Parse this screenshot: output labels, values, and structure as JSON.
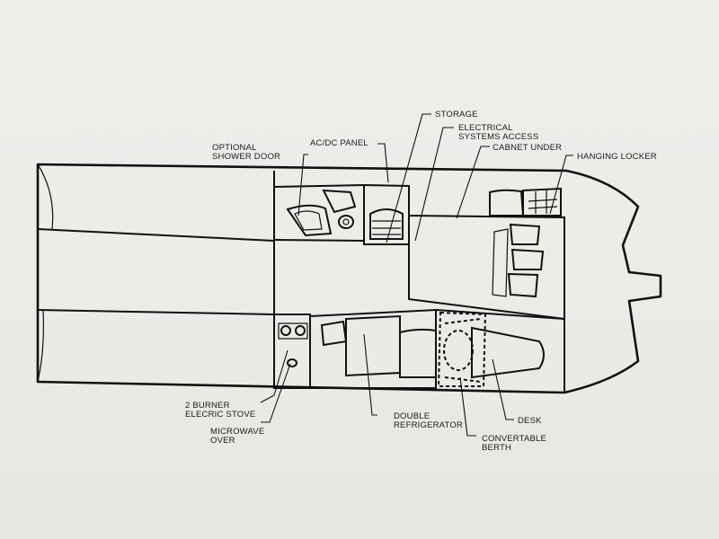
{
  "labels": {
    "storage": "STORAGE",
    "electrical_1": "ELECTRICAL",
    "electrical_2": "SYSTEMS ACCESS",
    "optional_shower_1": "OPTIONAL",
    "optional_shower_2": "SHOWER DOOR",
    "acdc_panel": "AC/DC PANEL",
    "cabinet_under": "CABNET UNDER",
    "hanging_locker": "HANGING LOCKER",
    "stove_1": "2 BURNER",
    "stove_2": "ELECRIC STOVE",
    "microwave_1": "MICROWAVE",
    "microwave_2": "OVER",
    "fridge_1": "DOUBLE",
    "fridge_2": "REFRIGERATOR",
    "desk": "DESK",
    "berth_1": "CONVERTABLE",
    "berth_2": "BERTH"
  },
  "colors": {
    "ink": "#111111",
    "paper": "#ebebe8"
  }
}
